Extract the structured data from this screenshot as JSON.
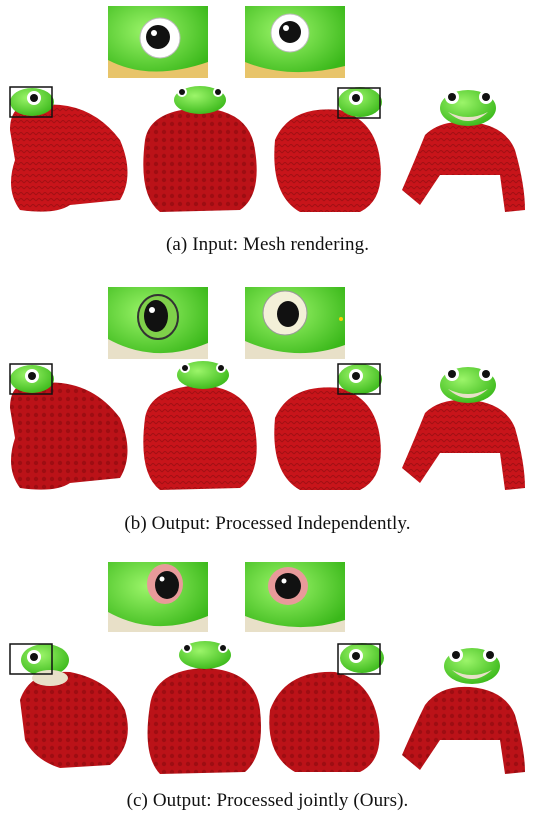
{
  "figure": {
    "panels": [
      {
        "caption": "(a) Input: Mesh rendering."
      },
      {
        "caption": "(b) Output: Processed Independently."
      },
      {
        "caption": "(c) Output: Processed jointly (Ours)."
      }
    ]
  },
  "colors": {
    "sweater": "#c8141a",
    "sweater_dark": "#8f0c10",
    "skin": "#44d41e",
    "skin_light": "#8df25a",
    "eye_white": "#ffffff",
    "pupil": "#111111",
    "mouth": "#e8e0c8"
  }
}
